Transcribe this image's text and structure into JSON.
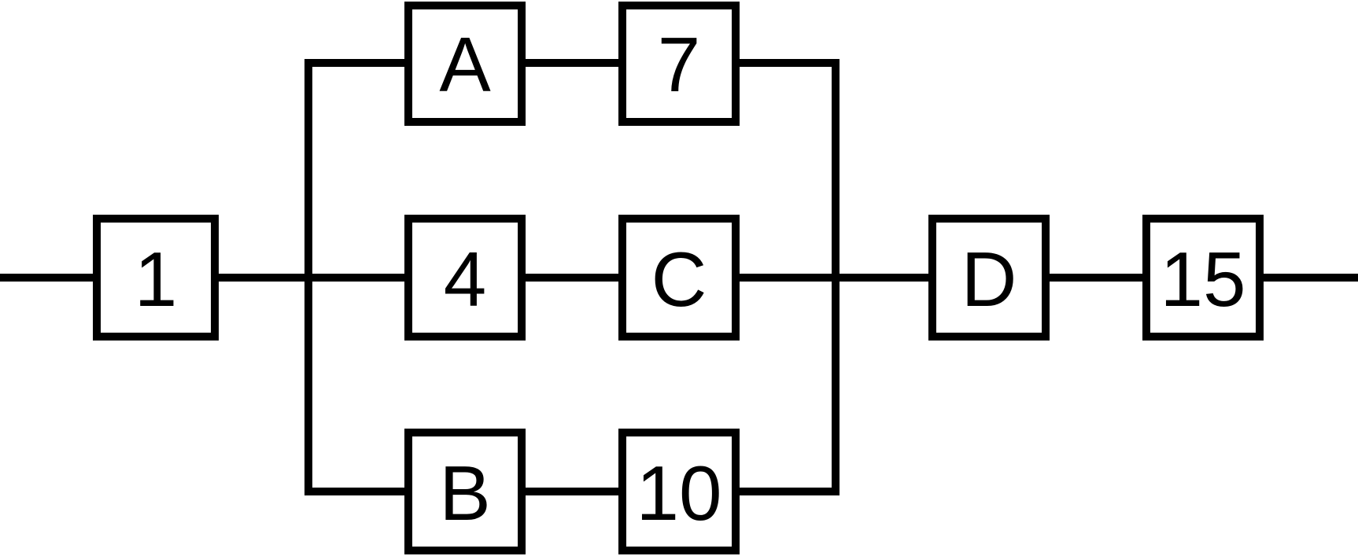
{
  "diagram": {
    "blocks": {
      "input": "1",
      "top_first": "A",
      "top_second": "7",
      "middle_first": "4",
      "middle_second": "C",
      "bottom_first": "B",
      "bottom_second": "10",
      "output_first": "D",
      "output_second": "15"
    },
    "colors": {
      "line": "#000000",
      "box_fill": "#ffffff",
      "background": "#ffffff"
    }
  }
}
